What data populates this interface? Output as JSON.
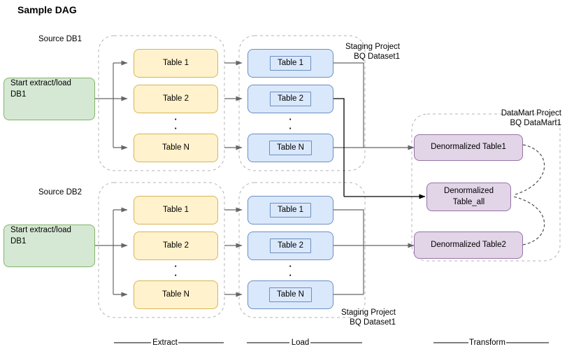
{
  "title": "Sample DAG",
  "colors": {
    "source_fill": "#d5e8d4",
    "source_stroke": "#82b366",
    "extract_fill": "#fff2cc",
    "extract_stroke": "#d6b656",
    "load_fill": "#dae8fc",
    "load_stroke": "#6c8ebf",
    "transform_fill": "#e1d5e7",
    "transform_stroke": "#9673a6",
    "container_stroke": "#b3b3b3",
    "edge_stroke": "#666666",
    "edge_dark": "#000000",
    "text": "#000000"
  },
  "group_labels": {
    "source_db1": "Source DB1",
    "source_db2": "Source DB2",
    "staging_top_line1": "Staging Project",
    "staging_top_line2": "BQ Dataset1",
    "staging_bottom_line1": "Staging Project",
    "staging_bottom_line2": "BQ Dataset1",
    "datamart_line1": "DataMart Project",
    "datamart_line2": "BQ DataMart1"
  },
  "start_nodes": [
    {
      "id": "start-db1",
      "line1": "Start extract/load",
      "line2": "DB1"
    },
    {
      "id": "start-db2",
      "line1": "Start extract/load",
      "line2": "DB1"
    }
  ],
  "extract_top": [
    {
      "label": "Table 1"
    },
    {
      "label": "Table 2"
    },
    {
      "label": "Table N"
    }
  ],
  "extract_bottom": [
    {
      "label": "Table 1"
    },
    {
      "label": "Table 2"
    },
    {
      "label": "Table N"
    }
  ],
  "load_top": [
    {
      "label": "Table 1"
    },
    {
      "label": "Table 2"
    },
    {
      "label": "Table N"
    }
  ],
  "load_bottom": [
    {
      "label": "Table 1"
    },
    {
      "label": "Table 2"
    },
    {
      "label": "Table N"
    }
  ],
  "transform_nodes": [
    {
      "id": "denorm-table1",
      "label": "Denormalized Table1"
    },
    {
      "id": "denorm-table-all",
      "line1": "Denormalized",
      "line2": "Table_all"
    },
    {
      "id": "denorm-table2",
      "label": "Denormalized Table2"
    }
  ],
  "phases": [
    {
      "id": "phase-extract",
      "label": "Extract"
    },
    {
      "id": "phase-load",
      "label": "Load"
    },
    {
      "id": "phase-transform",
      "label": "Transform"
    }
  ],
  "vertical_dots": "·"
}
